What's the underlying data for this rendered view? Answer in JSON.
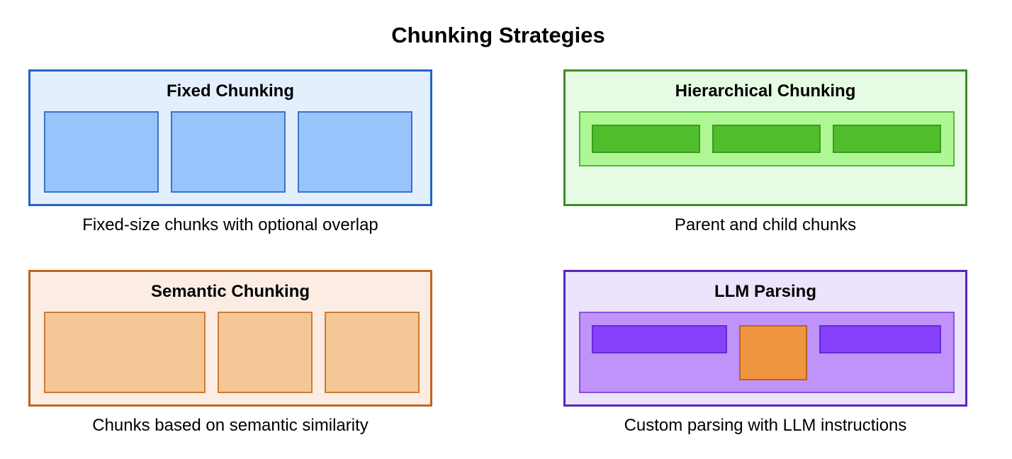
{
  "title": "Chunking Strategies",
  "panels": {
    "fixed": {
      "title": "Fixed Chunking",
      "caption": "Fixed-size chunks with optional overlap",
      "colors": {
        "border": "#2363c3",
        "fill": "#e3effc",
        "chunk": "#99c3fb"
      }
    },
    "hierarchical": {
      "title": "Hierarchical Chunking",
      "caption": "Parent and child chunks",
      "colors": {
        "border": "#3e8c27",
        "fill": "#e5fbe3",
        "parent": "#aff695",
        "child": "#50be2c"
      }
    },
    "semantic": {
      "title": "Semantic Chunking",
      "caption": "Chunks based on semantic similarity",
      "colors": {
        "border": "#c0651f",
        "fill": "#fbede3",
        "chunk": "#f4c797"
      }
    },
    "llm": {
      "title": "LLM Parsing",
      "caption": "Custom parsing with LLM instructions",
      "colors": {
        "border": "#5926b9",
        "fill": "#ece3fc",
        "container": "#bf93f9",
        "segment": "#8740f9",
        "highlight": "#f0953f"
      }
    }
  }
}
